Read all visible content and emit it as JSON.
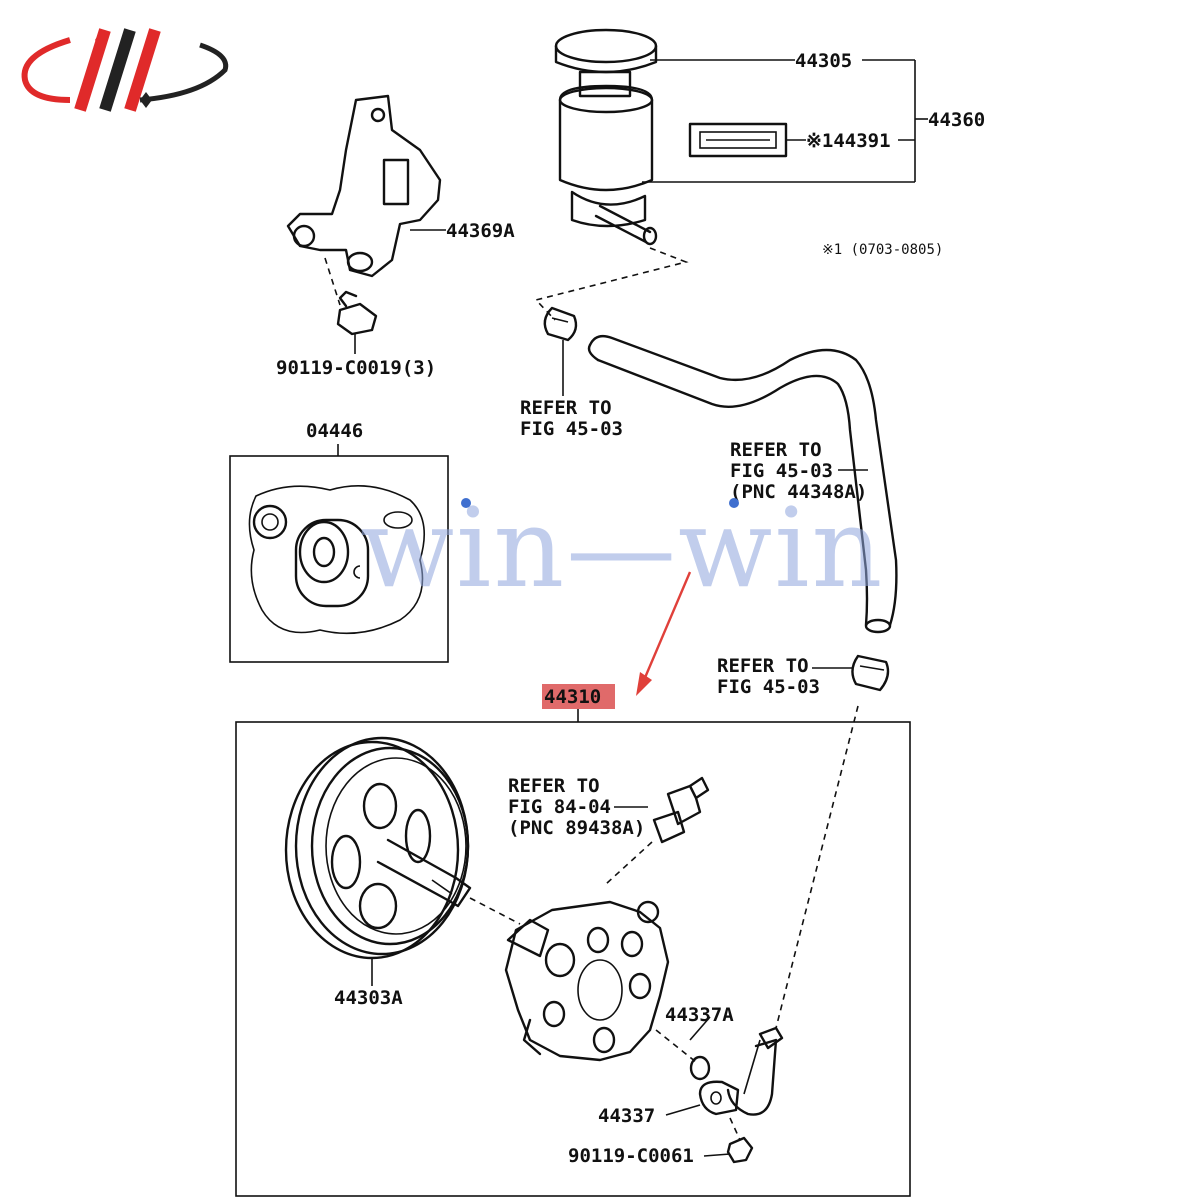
{
  "logo": {
    "name": "win-win brand logo"
  },
  "watermark": {
    "text": "win—win",
    "color": "#8fa6dd"
  },
  "labels": {
    "p44305": "44305",
    "p44360": "44360",
    "p44391": "※144391",
    "p44369a": "44369A",
    "note": "※1 (0703-0805)",
    "bolt_top": "90119-C0019(3)",
    "refer1_l1": "REFER TO",
    "refer1_l2": "FIG 45-03",
    "p04446": "04446",
    "refer2_l1": "REFER TO",
    "refer2_l2": "FIG 45-03",
    "refer2_l3": "(PNC 44348A)",
    "refer3_l1": "REFER TO",
    "refer3_l2": "FIG 45-03",
    "p44310": "44310",
    "refer4_l1": "REFER TO",
    "refer4_l2": "FIG 84-04",
    "refer4_l3": "(PNC 89438A)",
    "p44303a": "44303A",
    "p44337a": "44337A",
    "p44337": "44337",
    "bolt_bottom": "90119-C0061"
  },
  "colors": {
    "line": "#111111",
    "highlight": "#e06a6a",
    "arrow": "#e0403a",
    "logo_red": "#e02a2a",
    "logo_dark": "#222222"
  }
}
